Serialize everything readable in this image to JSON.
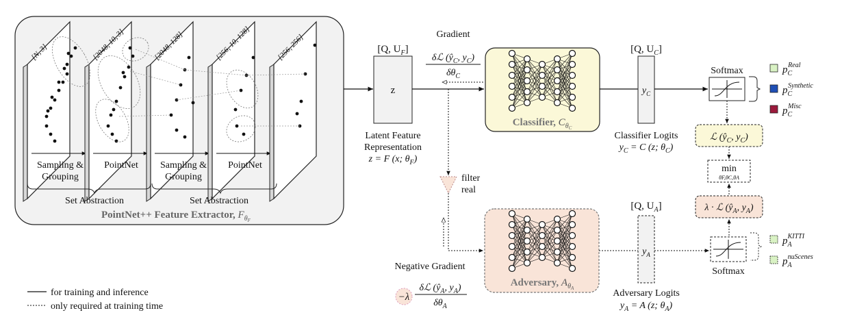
{
  "extractor": {
    "title_prefix": "PointNet++ Feature Extractor, ",
    "title_symbol": "F",
    "title_sub": "θ",
    "title_subsub": "F",
    "planes": [
      "[N, 3]",
      "[2048, 10, 3]",
      "[2048, 128]",
      "[256, 10, 128]",
      "[256, 256]"
    ],
    "steps": [
      "Sampling &",
      "Grouping",
      "PointNet",
      "Sampling &",
      "Grouping",
      "PointNet"
    ],
    "groups": [
      "Set Abstraction",
      "Set Abstraction"
    ]
  },
  "latent": {
    "dim_label": "[Q, U",
    "dim_sub": "F",
    "box_label": "z",
    "caption_line1": "Latent Feature",
    "caption_line2": "Representation",
    "caption_eq": "z = F (x; θ",
    "caption_eq_sub": "F",
    "gradient_label": "Gradient",
    "gradient_num": "δℒ (ŷ",
    "gradient_den": "δθ"
  },
  "classifier": {
    "label": "Classifier, ",
    "symbol": "C",
    "dim_label": "[Q, U",
    "dim_sub": "C",
    "logit_box": "y",
    "logit_sub": "C",
    "caption": "Classifier Logits",
    "caption_eq": "y",
    "caption_eq_rest": " = C (z; θ"
  },
  "adversary": {
    "label": "Adversary, ",
    "symbol": "A",
    "dim_label": "[Q, U",
    "dim_sub": "A",
    "logit_box": "y",
    "logit_sub": "A",
    "caption": "Adversary Logits",
    "caption_eq_rest": " = A (z; θ",
    "neg_gradient_label": "Negative Gradient",
    "filter_line1": "filter",
    "filter_line2": "real"
  },
  "softmax_top": {
    "label": "Softmax",
    "outputs": [
      {
        "sup": "Real",
        "color": "#d9f2c4"
      },
      {
        "sup": "Synthetic",
        "color": "#1f4fb5"
      },
      {
        "sup": "Misc",
        "color": "#9b1a3c"
      }
    ]
  },
  "softmax_bottom": {
    "label": "Softmax",
    "outputs": [
      {
        "sup": "KITTI",
        "color": "#d9f2c4"
      },
      {
        "sup": "nuScenes",
        "color": "#d9f2c4"
      }
    ]
  },
  "loss": {
    "classifier_loss": "ℒ (ŷ",
    "min_label": "min",
    "min_sub": "θF,θC,θA",
    "adversary_loss": "λ · ℒ (ŷ"
  },
  "legend": {
    "solid": "for training and inference",
    "dotted": "only required at training time"
  },
  "colors": {
    "classifier_fill": "#fbf8d8",
    "adversary_fill": "#f9e4d8",
    "loss_top_fill": "#fbf8d8",
    "loss_bottom_fill": "#f9e4d8",
    "panel_fill": "#f2f2f2"
  }
}
